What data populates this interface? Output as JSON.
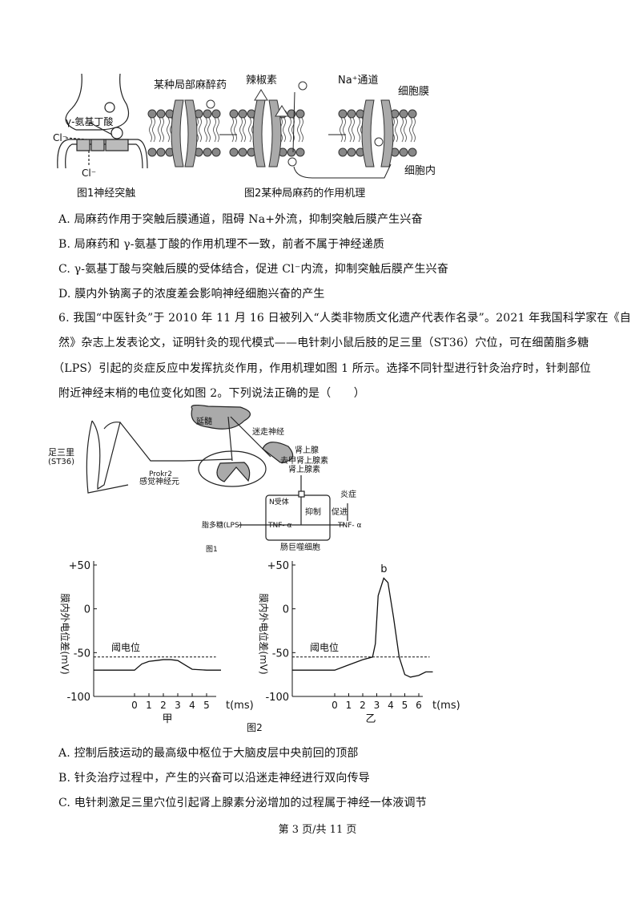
{
  "figure_top": {
    "fig1": {
      "gaba_label": "γ-氨基丁酸",
      "cl_top": "Cl⁻",
      "cl_bottom": "Cl⁻",
      "caption": "图1神经突触"
    },
    "fig2": {
      "anesthetic_label": "某种局部麻醉药",
      "capsaicin_label": "辣椒素",
      "na_channel_label": "Na⁺通道",
      "membrane_label": "细胞膜",
      "inside_label": "细胞内",
      "caption": "图2某种局麻药的作用机理"
    }
  },
  "q5_options": [
    "A. 局麻药作用于突触后膜通道，阻碍 Na+外流，抑制突触后膜产生兴奋",
    "B. 局麻药和 γ-氨基丁酸的作用机理不一致，前者不属于神经递质",
    "C. γ-氨基丁酸与突触后膜的受体结合，促进 Cl⁻内流，抑制突触后膜产生兴奋",
    "D. 膜内外钠离子的浓度差会影响神经细胞兴奋的产生"
  ],
  "q6_stem": [
    "6. 我国“中医针灸”于 2010 年 11 月 16 日被列入“人类非物质文化遗产代表作名录”。2021 年我国科学家在《自",
    "然》杂志上发表论文，证明针灸的现代模式——电针刺小鼠后肢的足三里（ST36）穴位，可在细菌脂多糖",
    "（LPS）引起的炎症反应中发挥抗炎作用，作用机理如图 1 所示。选择不同针型进行针灸治疗时，针刺部位",
    "附近神经末梢的电位变化如图 2。下列说法正确的是（　　）"
  ],
  "q6_fig1": {
    "zusanli": "足三里",
    "st36": "(ST36)",
    "prokr2": "Prokr2",
    "sensory_neuron": "感觉神经元",
    "medulla": "延髓",
    "vagus": "迷走神经",
    "adrenal": "肾上腺",
    "noradrenaline": "去甲肾上腺素",
    "adrenaline": "肾上腺素",
    "n_receptor": "N受体",
    "inhibit": "抑制",
    "promote": "促进",
    "inflammation": "炎症",
    "lps": "脂多糖(LPS)",
    "tnf_in": "TNF- α",
    "tnf_out": "TNF- α",
    "macrophage": "肠巨噬细胞",
    "caption": "图1"
  },
  "chart_data": [
    {
      "type": "line",
      "caption": "甲",
      "ylabel": "膜内外电位差(mV)",
      "xlabel": "t(ms)",
      "y_ticks": [
        "+50",
        "0",
        "-50",
        "-100"
      ],
      "x_ticks": [
        "0",
        "1",
        "2",
        "3",
        "4",
        "5"
      ],
      "ylim": [
        -100,
        50
      ],
      "threshold": {
        "label": "阈电位",
        "value": -55
      },
      "x": [
        -3,
        0,
        0.5,
        1,
        1.5,
        2,
        2.5,
        3,
        3.5,
        4,
        5,
        6
      ],
      "y": [
        -70,
        -70,
        -63,
        -60,
        -59,
        -58,
        -58,
        -59,
        -64,
        -69,
        -70,
        -70
      ]
    },
    {
      "type": "line",
      "caption": "乙",
      "ylabel": "膜内外电位差(mV)",
      "xlabel": "t(ms)",
      "y_ticks": [
        "+50",
        "0",
        "-50",
        "-100"
      ],
      "x_ticks": [
        "0",
        "1",
        "2",
        "3",
        "4",
        "5",
        "6"
      ],
      "ylim": [
        -100,
        50
      ],
      "threshold": {
        "label": "阈电位",
        "value": -55
      },
      "peak_label": "b",
      "x": [
        -3,
        0,
        1,
        2,
        2.7,
        2.9,
        3.1,
        3.5,
        3.8,
        4.2,
        4.6,
        5,
        5.4,
        6,
        6.5,
        7
      ],
      "y": [
        -70,
        -70,
        -64,
        -58,
        -55,
        -40,
        15,
        35,
        30,
        -10,
        -55,
        -75,
        -78,
        -76,
        -72,
        -72
      ]
    }
  ],
  "fig2_caption": "图2",
  "q6_options": [
    "A. 控制后肢运动的最高级中枢位于大脑皮层中央前回的顶部",
    "B. 针灸治疗过程中，产生的兴奋可以沿迷走神经进行双向传导",
    "C. 电针刺激足三里穴位引起肾上腺素分泌增加的过程属于神经一体液调节"
  ],
  "footer": "第 3 页/共 11 页"
}
